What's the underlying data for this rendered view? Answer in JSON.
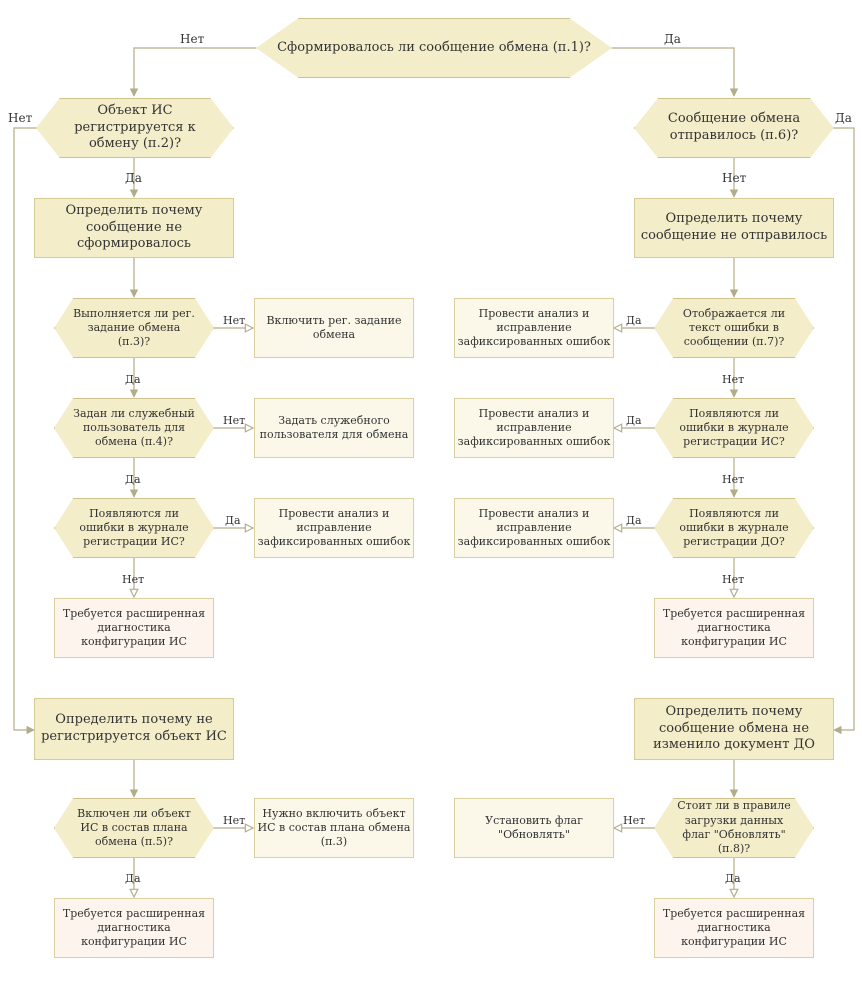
{
  "start": "Сформировалось ли сообщение обмена (п.1)?",
  "left": {
    "q2": "Объект ИС регистрируется к обмену (п.2)?",
    "why_not_formed": "Определить почему сообщение не сформировалось",
    "q3": "Выполняется ли рег. задание обмена (п.3)?",
    "enable_job": "Включить рег. задание обмена",
    "q4": "Задан ли служебный пользователь для обмена (п.4)?",
    "set_user": "Задать служебного пользователя для обмена",
    "q_log_is": "Появляются ли ошибки в журнале регистрации ИС?",
    "analyze": "Провести анализ и исправление зафиксированных ошибок",
    "ext_diag_1": "Требуется расширенная диагностика конфигурации ИС",
    "why_not_registered": "Определить почему не регистрируется объект ИС",
    "q5": "Включен ли объект ИС в состав плана обмена (п.5)?",
    "include_obj": "Нужно включить объект ИС в состав плана обмена (п.3)",
    "ext_diag_2": "Требуется расширенная диагностика конфигурации ИС"
  },
  "right": {
    "q6": "Сообщение обмена отправилось (п.6)?",
    "why_not_sent": "Определить почему сообщение не отправилось",
    "q7": "Отображается ли текст ошибки в сообщении (п.7)?",
    "analyze1": "Провести анализ и исправление зафиксированных ошибок",
    "q_log_is": "Появляются ли ошибки в журнале регистрации ИС?",
    "analyze2": "Провести анализ и исправление зафиксированных ошибок",
    "q_log_do": "Появляются ли ошибки в журнале регистрации ДО?",
    "analyze3": "Провести анализ и исправление зафиксированных ошибок",
    "ext_diag_1": "Требуется расширенная диагностика конфигурации ИС",
    "why_not_changed": "Определить почему сообщение обмена не изменило документ ДО",
    "q8": "Стоит ли в правиле загрузки данных флаг \"Обновлять\" (п.8)?",
    "set_flag": "Установить флаг \"Обновлять\"",
    "ext_diag_2": "Требуется расширенная диагностика конфигурации ИС"
  },
  "labels": {
    "yes": "Да",
    "no": "Нет"
  },
  "colors": {
    "hex_fill": "#f3edc9",
    "light_fill": "#fbf8ea",
    "pink_fill": "#fdf4ee",
    "border": "#cfc28a",
    "line": "#b3ac88"
  }
}
